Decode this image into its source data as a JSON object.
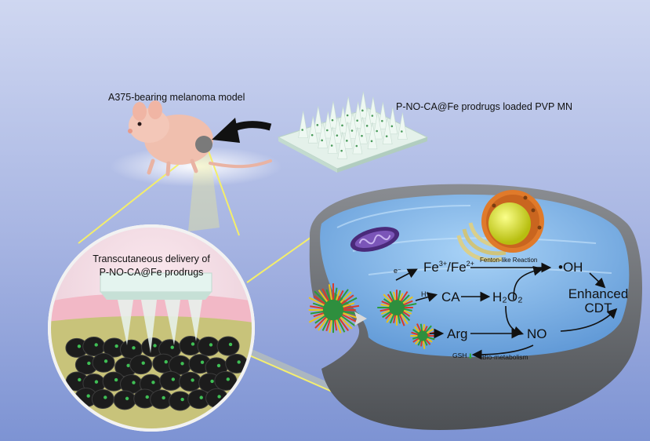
{
  "labels": {
    "mouse_model": "A375-bearing melanoma model",
    "microneedle": "P-NO-CA@Fe prodrugs loaded PVP MN",
    "delivery_line1": "Transcutaneous delivery of",
    "delivery_line2": "P-NO-CA@Fe prodrugs"
  },
  "cell": {
    "electron": "e⁻",
    "fe_ion": "Fe",
    "fe3_charge": "3+",
    "fe_sep": "/Fe",
    "fe2_charge": "2+",
    "fenton": "Fenton-like Reaction",
    "oh_radical": "•OH",
    "proton": "H⁺",
    "ca": "CA",
    "h2o2": "H₂O₂",
    "enhanced": "Enhanced",
    "cdt": "CDT",
    "arg": "Arg",
    "no": "NO",
    "gsh": "GSH",
    "gsh_arrow": "⬇",
    "biometabolism": "Bio-metabolism"
  },
  "colors": {
    "background_top": "#c7d0ec",
    "background_bottom": "#7f95d3",
    "cell_shell": "#6b6e72",
    "cytoplasm": "#7fb3e6",
    "mouse": "#f0bfae",
    "tumor": "#7a7a7a",
    "microneedle": "#e4f1ea",
    "glow": "#f4f08a",
    "fe_label": "#222222"
  }
}
